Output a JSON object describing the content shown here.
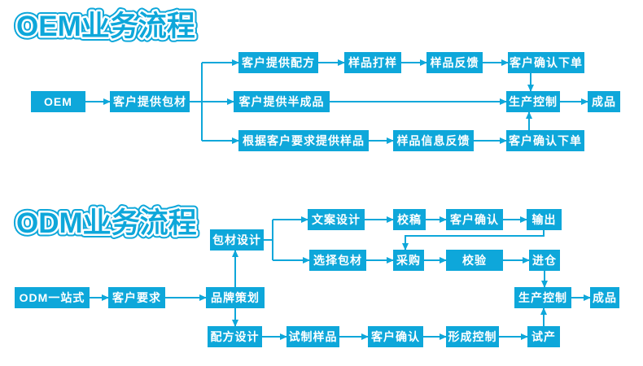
{
  "colors": {
    "accent": "#0ea7da",
    "box_text": "#ffffff",
    "background": "#ffffff"
  },
  "oem": {
    "title": "OEM业务流程",
    "nodes": {
      "start": "OEM",
      "provide_packaging": "客户提供包材",
      "provide_formula": "客户提供配方",
      "sample_proofing": "样品打样",
      "sample_feedback": "样品反馈",
      "confirm_order_top": "客户确认下单",
      "provide_semi_finished": "客户提供半成品",
      "samples_per_requirements": "根据客户要求提供样品",
      "sample_info_feedback": "样品信息反馈",
      "confirm_order_bottom": "客户确认下单",
      "production_control": "生产控制",
      "finished_product": "成品"
    }
  },
  "odm": {
    "title": "ODM业务流程",
    "nodes": {
      "start": "ODM一站式",
      "customer_requirements": "客户要求",
      "brand_planning": "品牌策划",
      "packaging_design": "包材设计",
      "copy_design": "文案设计",
      "proofreading": "校稿",
      "customer_confirm_top": "客户确认",
      "output": "输出",
      "choose_packaging": "选择包材",
      "purchasing": "采购",
      "verification": "校验",
      "warehousing": "进仓",
      "formula_design": "配方设计",
      "trial_sample": "试制样品",
      "customer_confirm_bottom": "客户确认",
      "forming_control": "形成控制",
      "trial_production": "试产",
      "production_control": "生产控制",
      "finished_product": "成品"
    }
  }
}
